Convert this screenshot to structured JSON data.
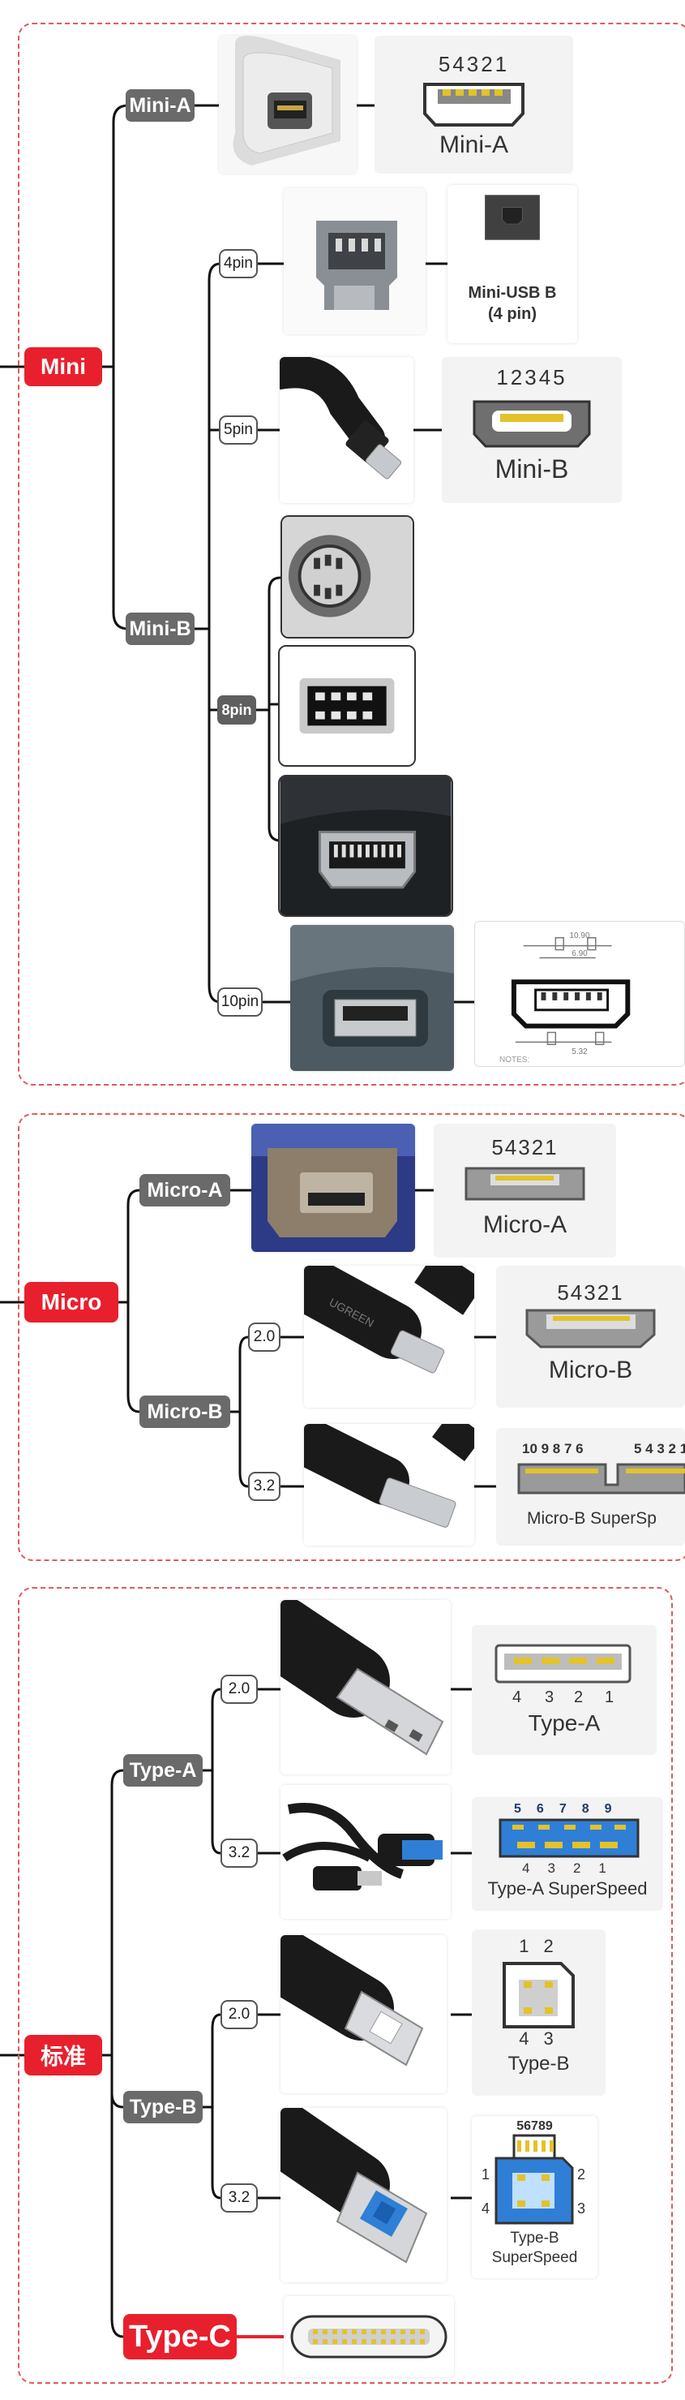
{
  "sections": {
    "mini": {
      "root": "Mini",
      "mini_a": {
        "label": "Mini-A",
        "pins": "54321",
        "caption": "Mini-A"
      },
      "mini_b": {
        "label": "Mini-B",
        "pin4": {
          "tag": "4pin",
          "caption_line1": "Mini-USB B",
          "caption_line2": "(4 pin)"
        },
        "pin5": {
          "tag": "5pin",
          "pins": "12345",
          "caption": "Mini-B"
        },
        "pin8": {
          "tag": "8pin"
        },
        "pin10": {
          "tag": "10pin",
          "drawing_top": "10.90",
          "drawing_sub": "6.90",
          "drawing_bottom": "5.32",
          "drawing_note": "NOTES:"
        }
      }
    },
    "micro": {
      "root": "Micro",
      "micro_a": {
        "label": "Micro-A",
        "pins": "54321",
        "caption": "Micro-A"
      },
      "micro_b": {
        "label": "Micro-B",
        "v20": {
          "tag": "2.0",
          "pins": "54321",
          "caption": "Micro-B",
          "brand": "UGREEN"
        },
        "v32": {
          "tag": "3.2",
          "pins_left": "10 9 8 7 6",
          "pins_right": "5 4 3 2 1",
          "caption": "Micro-B SuperSp"
        }
      }
    },
    "standard": {
      "root": "标准",
      "type_a": {
        "label": "Type-A",
        "v20": {
          "tag": "2.0",
          "pins": [
            "4",
            "3",
            "2",
            "1"
          ],
          "caption": "Type-A"
        },
        "v32": {
          "tag": "3.2",
          "pins_top": [
            "5",
            "6",
            "7",
            "8",
            "9"
          ],
          "pins_bottom": [
            "4",
            "3",
            "2",
            "1"
          ],
          "caption": "Type-A SuperSpeed"
        }
      },
      "type_b": {
        "label": "Type-B",
        "v20": {
          "tag": "2.0",
          "pins_top": "1 2",
          "pins_bottom": "4 3",
          "caption": "Type-B"
        },
        "v32": {
          "tag": "3.2",
          "pins_top": "56789",
          "pin_1": "1",
          "pin_2": "2",
          "pin_3": "3",
          "pin_4": "4",
          "caption_line1": "Type-B",
          "caption_line2": "SuperSpeed"
        }
      },
      "type_c": {
        "label": "Type-C"
      }
    }
  },
  "colors": {
    "accent_red": "#e8202d",
    "node_gray": "#6a6a6a",
    "dash_red": "#e05a5a",
    "usb3_blue": "#2f7fd6",
    "pin_gold": "#e3c22a"
  }
}
